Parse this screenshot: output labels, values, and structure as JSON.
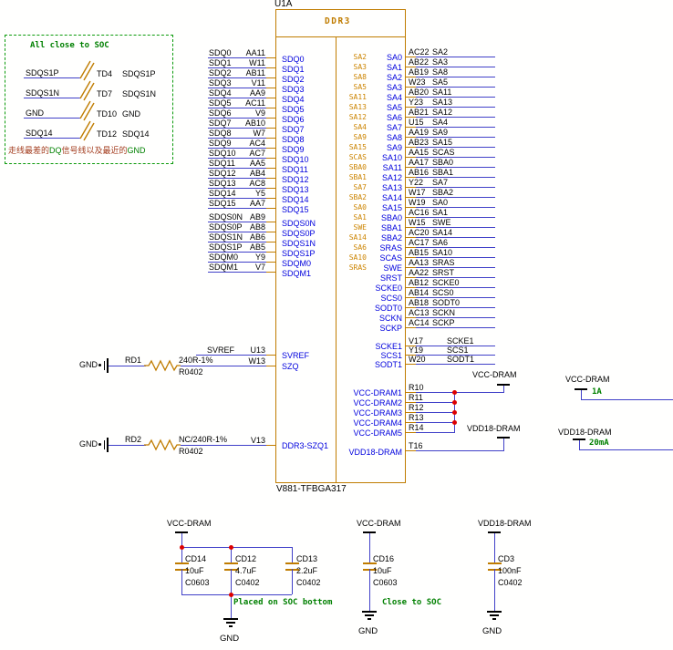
{
  "colors": {
    "wire": "#4040c8",
    "pin_name": "#0000dd",
    "component": "#c07c00",
    "swap_annotation": "#cc8400",
    "junction": "#dd0000",
    "note_green": "#008000",
    "note_red": "#a33d1f"
  },
  "chip": {
    "refdes": "U1A",
    "name": "DDR3",
    "footprint": "V881-TFBGA317"
  },
  "note_box": {
    "title": "All close to SOC",
    "rows": [
      {
        "net": "SDQS1P",
        "tp": "TD4",
        "tp_net": "SDQS1P"
      },
      {
        "net": "SDQS1N",
        "tp": "TD7",
        "tp_net": "SDQS1N"
      },
      {
        "net": "GND",
        "tp": "TD10",
        "tp_net": "GND"
      },
      {
        "net": "SDQ14",
        "tp": "TD12",
        "tp_net": "SDQ14"
      }
    ],
    "footnote": "走线最差的DQ信号线以及最近的GND"
  },
  "left_pins": {
    "dq": [
      [
        "SDQ0",
        "AA11"
      ],
      [
        "SDQ1",
        "W11"
      ],
      [
        "SDQ2",
        "AB11"
      ],
      [
        "SDQ3",
        "V11"
      ],
      [
        "SDQ4",
        "AA9"
      ],
      [
        "SDQ5",
        "AC11"
      ],
      [
        "SDQ6",
        "V9"
      ],
      [
        "SDQ7",
        "AB10"
      ],
      [
        "SDQ8",
        "W7"
      ],
      [
        "SDQ9",
        "AC4"
      ],
      [
        "SDQ10",
        "AC7"
      ],
      [
        "SDQ11",
        "AA5"
      ],
      [
        "SDQ12",
        "AB4"
      ],
      [
        "SDQ13",
        "AC8"
      ],
      [
        "SDQ14",
        "Y5"
      ],
      [
        "SDQ15",
        "AA7"
      ]
    ],
    "dqs": [
      [
        "SDQS0N",
        "AB9"
      ],
      [
        "SDQS0P",
        "AB8"
      ],
      [
        "SDQS1N",
        "AB6"
      ],
      [
        "SDQS1P",
        "AB5"
      ],
      [
        "SDQM0",
        "Y9"
      ],
      [
        "SDQM1",
        "V7"
      ]
    ]
  },
  "vref": {
    "svref_net": "SVREF",
    "svref_pin": "U13",
    "svref_name": "SVREF",
    "szq_pin": "W13",
    "szq_name": "SZQ",
    "rd1": {
      "gnd": "GND",
      "refdes": "RD1",
      "value": "240R-1%",
      "footprint": "R0402"
    },
    "rd2": {
      "gnd": "GND",
      "refdes": "RD2",
      "value": "NC/240R-1%",
      "footprint": "R0402"
    },
    "szq1_pin": "V13",
    "szq1_name": "DDR3-SZQ1"
  },
  "right_pins": {
    "addr": [
      [
        "SA2",
        "SA0",
        "AC22",
        "SA2"
      ],
      [
        "SA3",
        "SA1",
        "AB22",
        "SA3"
      ],
      [
        "SA8",
        "SA2",
        "AB19",
        "SA8"
      ],
      [
        "SA5",
        "SA3",
        "W23",
        "SA5"
      ],
      [
        "SA11",
        "SA4",
        "AB20",
        "SA11"
      ],
      [
        "SA13",
        "SA5",
        "Y23",
        "SA13"
      ],
      [
        "SA12",
        "SA6",
        "AB21",
        "SA12"
      ],
      [
        "SA4",
        "SA7",
        "U15",
        "SA4"
      ],
      [
        "SA9",
        "SA8",
        "AA19",
        "SA9"
      ],
      [
        "SA15",
        "SA9",
        "AB23",
        "SA15"
      ],
      [
        "SCAS",
        "SA10",
        "AA15",
        "SCAS"
      ],
      [
        "SBA0",
        "SA11",
        "AA17",
        "SBA0"
      ],
      [
        "SBA1",
        "SA12",
        "AB16",
        "SBA1"
      ],
      [
        "SA7",
        "SA13",
        "Y22",
        "SA7"
      ],
      [
        "SBA2",
        "SA14",
        "W17",
        "SBA2"
      ],
      [
        "SA0",
        "SA15",
        "W19",
        "SA0"
      ],
      [
        "SA1",
        "SBA0",
        "AC16",
        "SA1"
      ],
      [
        "SWE",
        "SBA1",
        "W15",
        "SWE"
      ],
      [
        "SA14",
        "SBA2",
        "AC20",
        "SA14"
      ],
      [
        "SA6",
        "SRAS",
        "AC17",
        "SA6"
      ],
      [
        "SA10",
        "SCAS",
        "AB15",
        "SA10"
      ],
      [
        "SRAS",
        "SWE",
        "AA13",
        "SRAS"
      ],
      [
        "",
        "SRST",
        "AA22",
        "SRST"
      ],
      [
        "",
        "SCKE0",
        "AB12",
        "SCKE0"
      ],
      [
        "",
        "SCS0",
        "AB14",
        "SCS0"
      ],
      [
        "",
        "SODT0",
        "AB18",
        "SODT0"
      ],
      [
        "",
        "SCKN",
        "AC13",
        "SCKN"
      ],
      [
        "",
        "SCKP",
        "AC14",
        "SCKP"
      ]
    ],
    "ctrl": [
      [
        "SCKE1",
        "V17",
        "SCKE1"
      ],
      [
        "SCS1",
        "Y19",
        "SCS1"
      ],
      [
        "SODT1",
        "W20",
        "SODT1"
      ]
    ],
    "vcc": [
      [
        "VCC-DRAM1",
        "R10"
      ],
      [
        "VCC-DRAM2",
        "R11"
      ],
      [
        "VCC-DRAM3",
        "R12"
      ],
      [
        "VCC-DRAM4",
        "R13"
      ],
      [
        "VCC-DRAM5",
        "R14"
      ]
    ],
    "vdd": [
      "VDD18-DRAM",
      "T16"
    ]
  },
  "power": {
    "vcc_flag": "VCC-DRAM",
    "vdd_flag": "VDD18-DRAM",
    "vcc_ext": {
      "label": "VCC-DRAM",
      "current": "1A"
    },
    "vdd_ext": {
      "label": "VDD18-DRAM",
      "current": "20mA"
    }
  },
  "cap_banks": [
    {
      "rail": "VCC-DRAM",
      "note": "Placed on SOC bottom",
      "gnd": "GND",
      "caps": [
        {
          "refdes": "CD14",
          "value": "10uF",
          "footprint": "C0603"
        },
        {
          "refdes": "CD12",
          "value": "4.7uF",
          "footprint": "C0402"
        },
        {
          "refdes": "CD13",
          "value": "2.2uF",
          "footprint": "C0402"
        }
      ]
    },
    {
      "rail": "VCC-DRAM",
      "note": "Close to SOC",
      "gnd": "GND",
      "caps": [
        {
          "refdes": "CD16",
          "value": "10uF",
          "footprint": "C0603"
        }
      ]
    },
    {
      "rail": "VDD18-DRAM",
      "note": "",
      "gnd": "GND",
      "caps": [
        {
          "refdes": "CD3",
          "value": "100nF",
          "footprint": "C0402"
        }
      ]
    }
  ]
}
